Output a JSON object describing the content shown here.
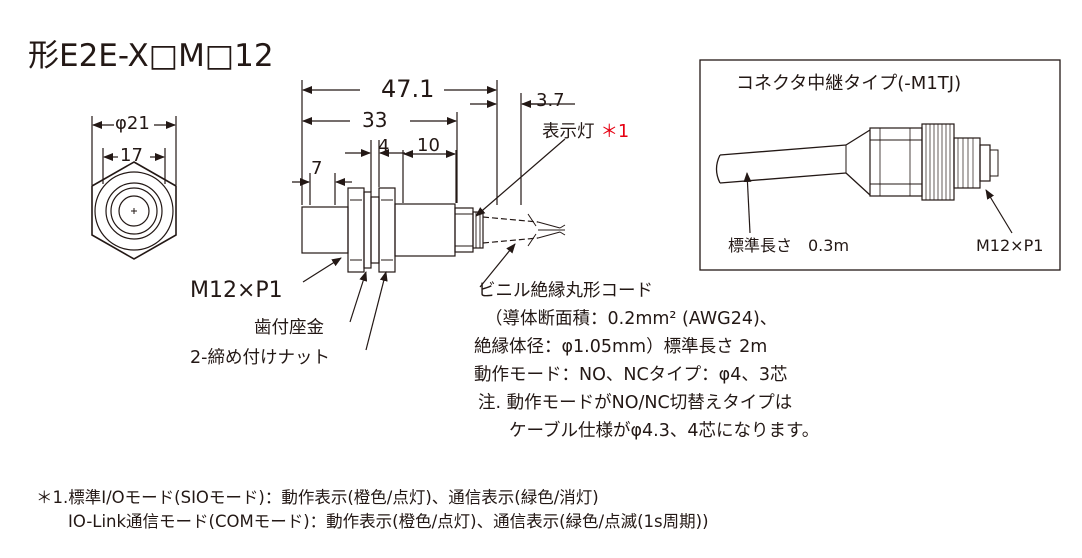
{
  "title": "形E2E-X□M□12",
  "dimensions": {
    "d_total": "47.1",
    "d_body": "33",
    "d_37": "3.7",
    "d_4": "4",
    "d_10": "10",
    "d_7": "7",
    "d_phi21": "φ21",
    "d_17": "17"
  },
  "labels": {
    "indicator": "表示灯",
    "indicator_mark": "＊1",
    "thread": "M12×P1",
    "washer": "歯付座金",
    "nut": "2-締め付けナット"
  },
  "cable_notes": [
    "ビニル絶縁丸形コード",
    "（導体断面積：0.2mm² (AWG24)、",
    "絶縁体径：φ1.05mm）標準長さ 2m",
    "動作モード：NO、NCタイプ：φ4、3芯",
    "注. 動作モードがNO/NC切替えタイプは",
    "ケーブル仕様がφ4.3、4芯になります。"
  ],
  "inset": {
    "title": "コネクタ中継タイプ(-M1TJ)",
    "length_label": "標準長さ　0.3m",
    "thread": "M12×P1"
  },
  "footnote": {
    "line1": "＊1.標準I/Oモード(SIOモード)：動作表示(橙色/点灯)、通信表示(緑色/消灯)",
    "line2": "IO-Link通信モード(COMモード)：動作表示(橙色/点灯)、通信表示(緑色/点滅(1s周期))"
  },
  "colors": {
    "ink": "#231815",
    "accent": "#e60012"
  }
}
